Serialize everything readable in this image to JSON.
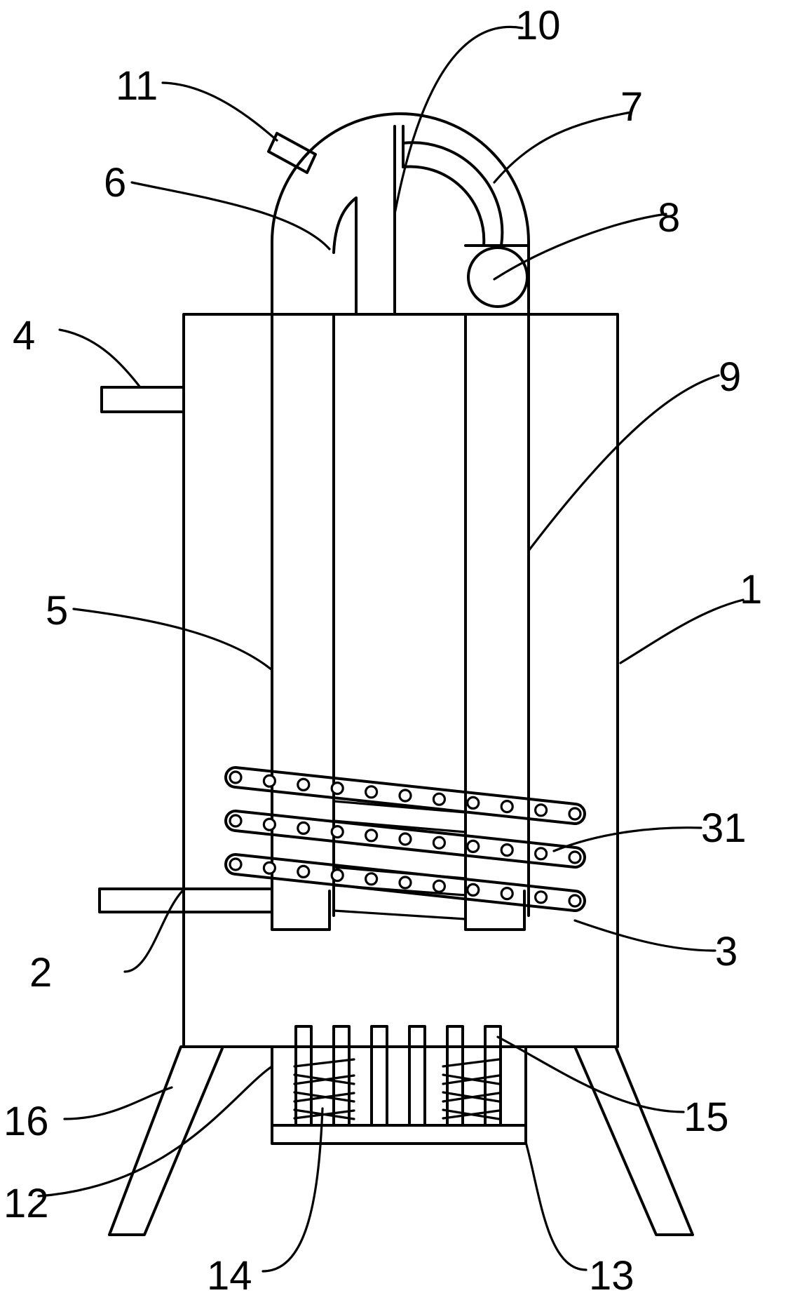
{
  "figure": {
    "labels": [
      {
        "id": "l1",
        "text": "1"
      },
      {
        "id": "l2",
        "text": "2"
      },
      {
        "id": "l3",
        "text": "3"
      },
      {
        "id": "l31",
        "text": "31"
      },
      {
        "id": "l4",
        "text": "4"
      },
      {
        "id": "l5",
        "text": "5"
      },
      {
        "id": "l6",
        "text": "6"
      },
      {
        "id": "l7",
        "text": "7"
      },
      {
        "id": "l8",
        "text": "8"
      },
      {
        "id": "l9",
        "text": "9"
      },
      {
        "id": "l10",
        "text": "10"
      },
      {
        "id": "l11",
        "text": "11"
      },
      {
        "id": "l12",
        "text": "12"
      },
      {
        "id": "l13",
        "text": "13"
      },
      {
        "id": "l14",
        "text": "14"
      },
      {
        "id": "l15",
        "text": "15"
      },
      {
        "id": "l16",
        "text": "16"
      }
    ],
    "coil": {
      "rows": 3,
      "holes_per_row": 11
    },
    "grate_bars": 6
  }
}
